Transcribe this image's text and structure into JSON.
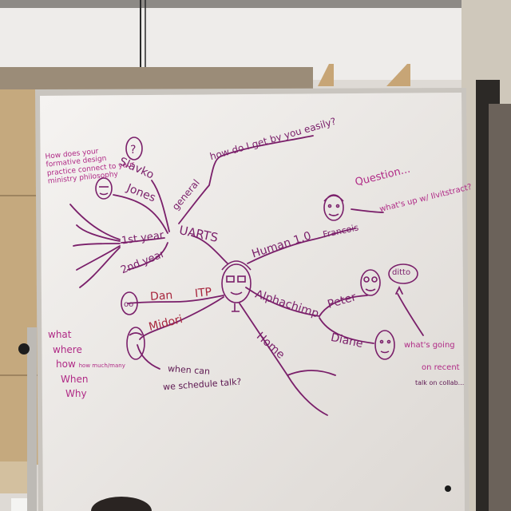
{
  "scene": {
    "description_colors": {
      "wall": "#e8e6e2",
      "cabinet": "#c8b08a",
      "board": "#f1eeeb",
      "frame": "#cfcac3",
      "ink_purple": "#7a1f6a",
      "ink_pink": "#b02a86",
      "ink_red": "#a8263d"
    }
  },
  "board": {
    "center": "UARTS",
    "left_question": [
      "How does your",
      "formative design",
      "practice connect to your",
      "ministry philosophy"
    ],
    "names": {
      "slavko": "Slavko",
      "jones": "Jones",
      "first_year": "1st year",
      "second_year": "2nd year",
      "general": "general",
      "dan": "Dan",
      "itp": "ITP",
      "midori": "Midori",
      "human": "Human 1.0",
      "francois": "Francois",
      "alphachimp": "Alphachimp",
      "peter": "Peter",
      "diane": "Diane",
      "ditto": "ditto",
      "home": "Home"
    },
    "phrases": {
      "how_do": "how do I get by you easily?",
      "question": "Question...",
      "whats_up": "what's up w/ Ilvitstract?",
      "when_can": "when can",
      "schedule": "we schedule talk?",
      "whats_going": "what's going",
      "on_recent": "on recent",
      "talk_on": "talk on collab..."
    },
    "w_list": [
      "what",
      "where",
      "how",
      "how much/many",
      "When",
      "Why"
    ],
    "faces": [
      "question-mark-face",
      "slavko-face",
      "francois-face",
      "center-face",
      "dan-face",
      "midori-face",
      "peter-face",
      "diane-face"
    ]
  }
}
